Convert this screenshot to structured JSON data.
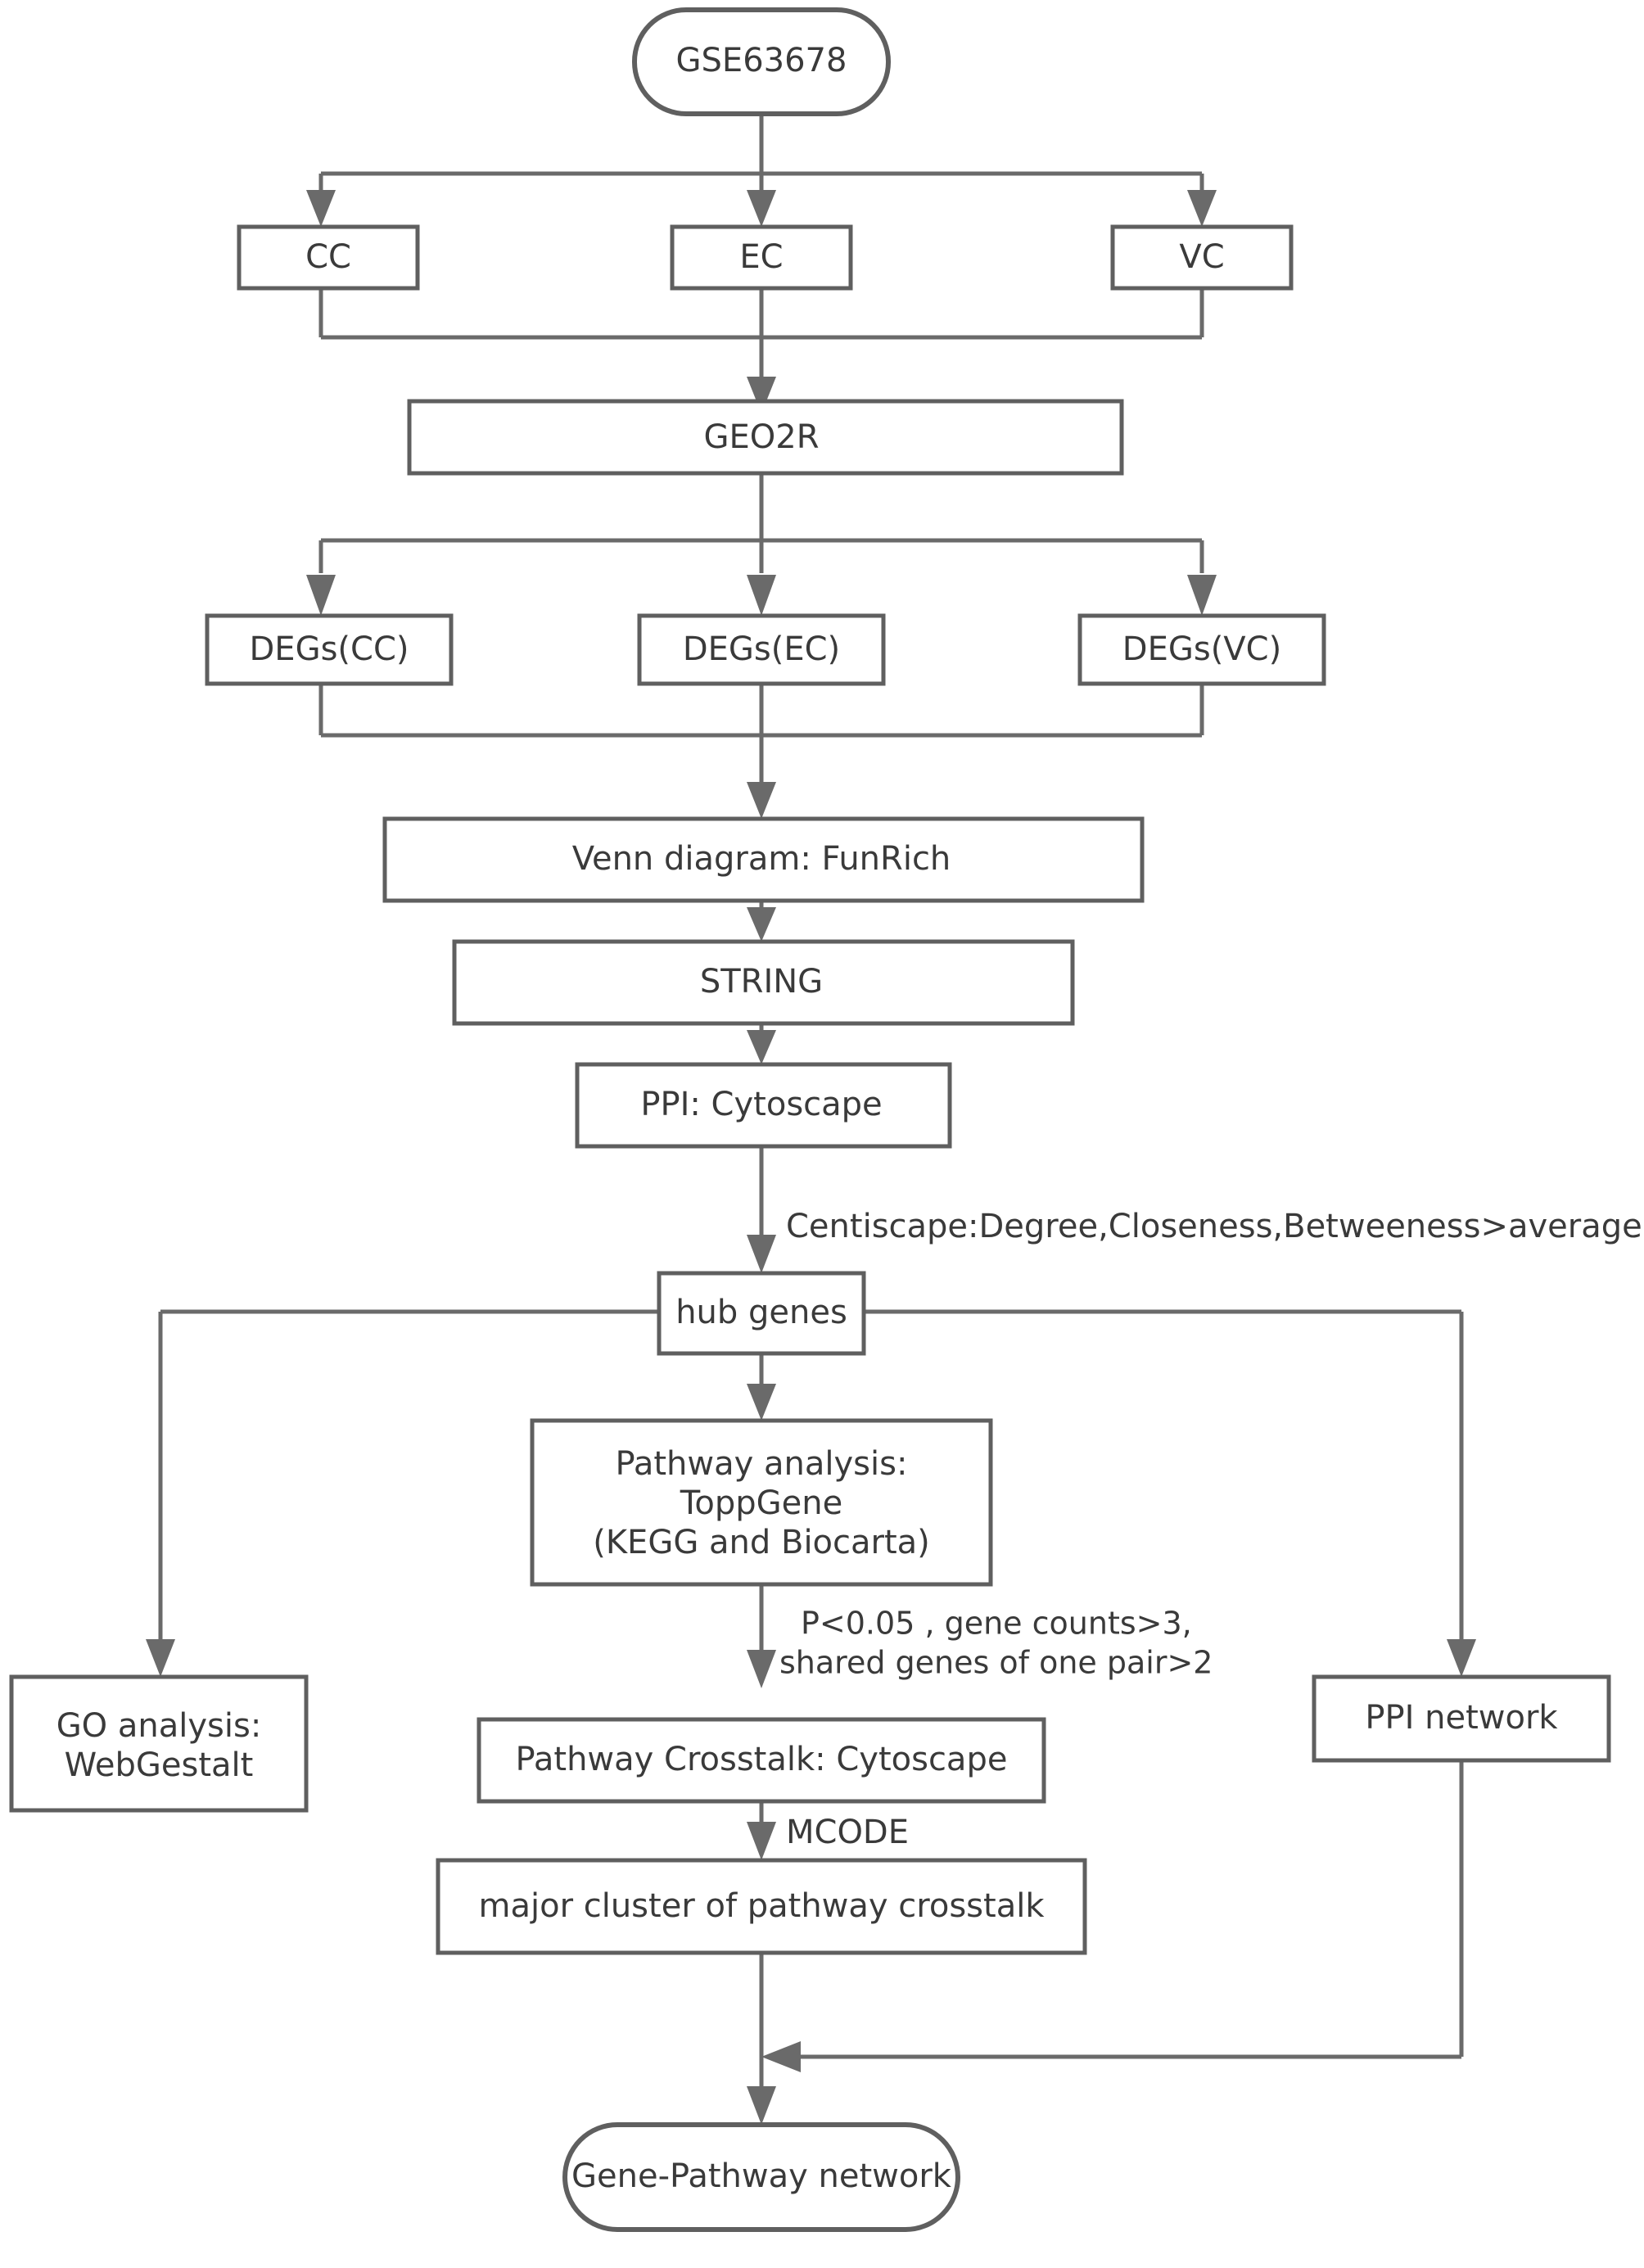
{
  "diagram": {
    "title": "Bioinformatics analysis workflow flowchart",
    "stroke_color": "#6a6a6a",
    "text_color": "#3a3a3a",
    "background_color": "#ffffff"
  },
  "nodes": {
    "dataset": {
      "label": "GSE63678",
      "shape": "rounded"
    },
    "cc": {
      "label": "CC",
      "shape": "rect"
    },
    "ec": {
      "label": "EC",
      "shape": "rect"
    },
    "vc": {
      "label": "VC",
      "shape": "rect"
    },
    "geo2r": {
      "label": "GEO2R",
      "shape": "rect"
    },
    "degs_cc": {
      "label": "DEGs(CC)",
      "shape": "rect"
    },
    "degs_ec": {
      "label": "DEGs(EC)",
      "shape": "rect"
    },
    "degs_vc": {
      "label": "DEGs(VC)",
      "shape": "rect"
    },
    "venn": {
      "label": "Venn diagram: FunRich",
      "shape": "rect"
    },
    "string": {
      "label": "STRING",
      "shape": "rect"
    },
    "ppi_cytoscape": {
      "label": "PPI: Cytoscape",
      "shape": "rect"
    },
    "hub_genes": {
      "label": "hub genes",
      "shape": "rect"
    },
    "pathway_analysis": {
      "shape": "rect",
      "lines": [
        "Pathway analysis:",
        "ToppGene",
        "(KEGG and Biocarta)"
      ]
    },
    "go_analysis": {
      "shape": "rect",
      "lines": [
        "GO analysis:",
        "WebGestalt"
      ]
    },
    "pathway_crosstalk": {
      "label": "Pathway Crosstalk: Cytoscape",
      "shape": "rect"
    },
    "ppi_network": {
      "label": "PPI network",
      "shape": "rect"
    },
    "major_cluster": {
      "label": "major cluster of pathway crosstalk",
      "shape": "rect"
    },
    "gene_pathway_network": {
      "label": "Gene-Pathway network",
      "shape": "rounded"
    }
  },
  "edge_labels": {
    "centiscape": "Centiscape:Degree,Closeness,Betweeness>average",
    "pvalue_line1": "P<0.05 , gene counts>3,",
    "pvalue_line2": "shared genes of one pair>2",
    "mcode": "MCODE"
  }
}
